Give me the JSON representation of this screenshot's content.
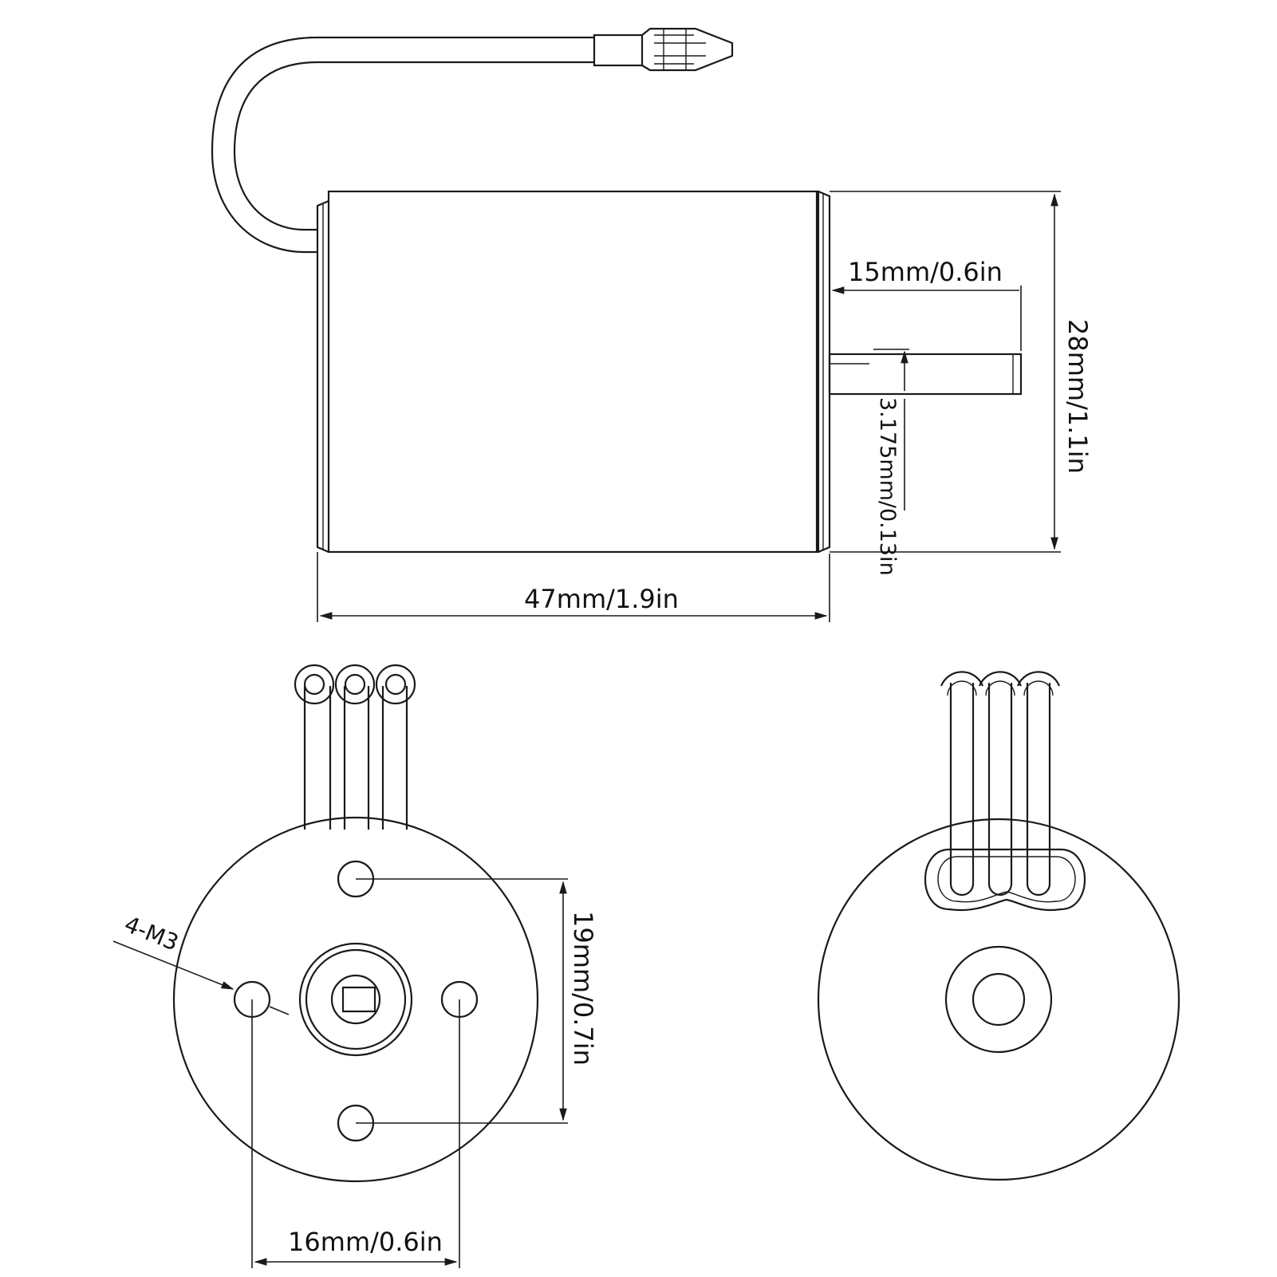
{
  "dimensions": {
    "overall_length": "47mm/1.9in",
    "shaft_length": "15mm/0.6in",
    "diameter": "28mm/1.1in",
    "shaft_diameter": "3.175mm/0.13in",
    "hole_spacing_vertical": "19mm/0.7in",
    "hole_spacing_horizontal": "16mm/0.6in",
    "mount_threads": "4-M3"
  },
  "colors": {
    "line": "#1a1a1a",
    "background": "#ffffff"
  }
}
